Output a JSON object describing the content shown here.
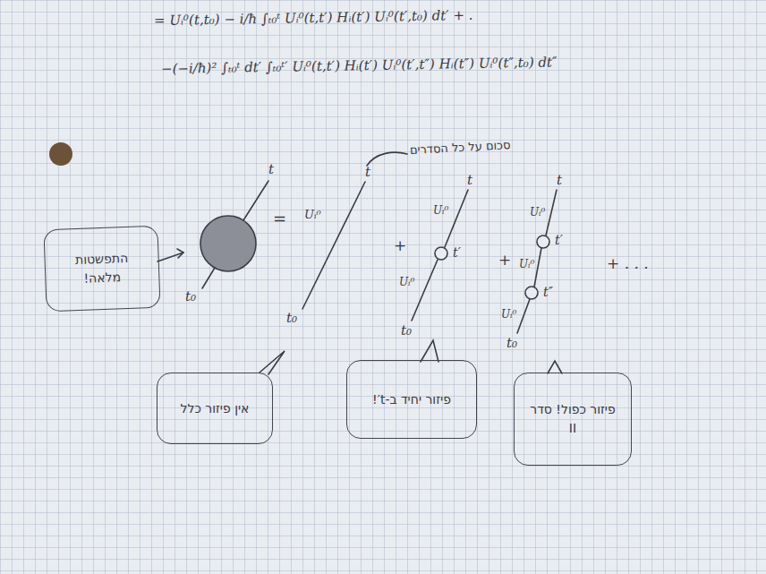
{
  "diagram": {
    "nodes": [
      {
        "text": [
          "התפשטות מלאה!"
        ]
      },
      {
        "text": [
          "אין פיזור כלל"
        ]
      },
      {
        "text": [
          "פיזור יחיד ב-t′!"
        ]
      },
      {
        "text": [
          "פיזור כפול! סדר II"
        ]
      }
    ],
    "labels": [
      "= Uᵢ⁰(t,t₀) − i/ħ ∫ₜ₀ᵗ Uᵢ⁰(t,t′) Hᵢ(t′) Uᵢ⁰(t′,t₀) dt′ + .",
      "−(−i/ħ)² ∫ₜ₀ᵗ dt′ ∫ₜ₀ᵗ′ Uᵢ⁰(t,t′) Hᵢ(t′) Uᵢ⁰(t′,t″) Hᵢ(t″) Uᵢ⁰(t″,t₀) dt″",
      "סכום על כל הסדרים",
      "t",
      "t₀",
      "=",
      "Uᵢ⁰",
      "t",
      "t₀",
      "+",
      "t",
      "Uᵢ⁰",
      "t′",
      "Uᵢ⁰",
      "t₀",
      "+",
      "t",
      "Uᵢ⁰",
      "t′",
      "Uᵢ⁰",
      "t″",
      "Uᵢ⁰",
      "t₀",
      "+ . . ."
    ]
  }
}
